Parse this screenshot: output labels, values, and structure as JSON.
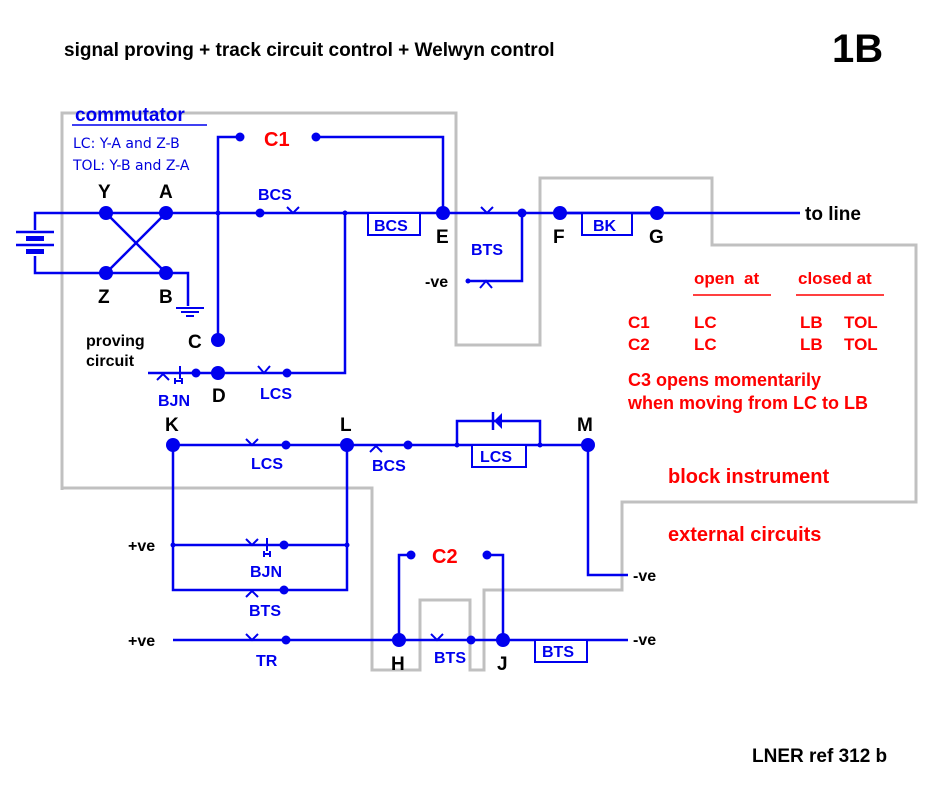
{
  "title": "signal proving + track circuit control + Welwyn control",
  "diagram_id": "1B",
  "reference": "LNER ref 312 b",
  "commutator": {
    "label": "commutator",
    "lc_rule": "LC: Y-A and Z-B",
    "tol_rule": "TOL: Y-B and Z-A"
  },
  "nodes": {
    "Y": "Y",
    "A": "A",
    "Z": "Z",
    "B": "B",
    "C": "C",
    "D": "D",
    "E": "E",
    "F": "F",
    "G": "G",
    "K": "K",
    "L": "L",
    "M": "M",
    "H": "H",
    "J": "J"
  },
  "contacts": {
    "c1": "C1",
    "c2": "C2",
    "bcs_top": "BCS",
    "bcs_box": "BCS",
    "bts_top": "BTS",
    "bk_box": "BK",
    "bjn_proving": "BJN",
    "lcs_proving": "LCS",
    "lcs_kl": "LCS",
    "bcs_lm": "BCS",
    "lcs_box": "LCS",
    "bjn_lower": "BJN",
    "bts_lower": "BTS",
    "tr": "TR",
    "bts_hj": "BTS",
    "bts_box": "BTS"
  },
  "terminals": {
    "to_line": "to line",
    "neg_bts": "-ve",
    "pos_bjn": "+ve",
    "pos_tr": "+ve",
    "neg_m": "-ve",
    "neg_j": "-ve"
  },
  "proving_circuit": [
    "proving",
    "circuit"
  ],
  "table": {
    "header_open": "open  at",
    "header_closed": "closed at",
    "rows": [
      {
        "contact": "C1",
        "open": "LC",
        "closed_1": "LB",
        "closed_2": "TOL"
      },
      {
        "contact": "C2",
        "open": "LC",
        "closed_1": "LB",
        "closed_2": "TOL"
      }
    ],
    "note_line1": "C3 opens momentarily",
    "note_line2": "when moving from LC to LB"
  },
  "regions": {
    "block_instrument": "block instrument",
    "external_circuits": "external circuits"
  },
  "colors": {
    "wire": "#0000ee",
    "boundary": "#c0c0c0",
    "annotation": "#ff0000",
    "label": "#000000"
  }
}
